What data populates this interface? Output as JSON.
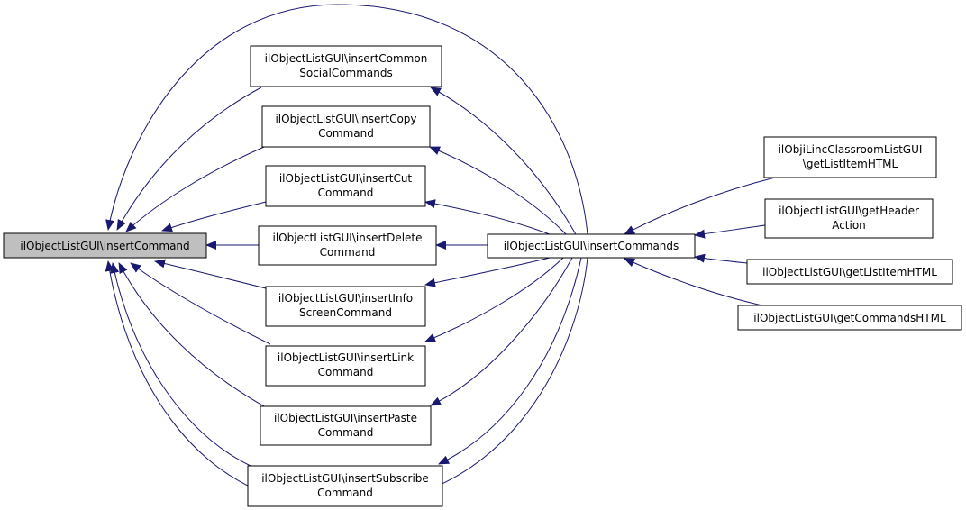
{
  "colors": {
    "edge": "#191970",
    "node_border": "#000000",
    "node_fill": "#ffffff",
    "highlight_fill": "#bfbfbf",
    "text": "#000000"
  },
  "nodes": {
    "insert_command": {
      "lines": [
        "ilObjectListGUI\\insertCommand"
      ]
    },
    "insert_common_social": {
      "lines": [
        "ilObjectListGUI\\insertCommon",
        "SocialCommands"
      ]
    },
    "insert_copy": {
      "lines": [
        "ilObjectListGUI\\insertCopy",
        "Command"
      ]
    },
    "insert_cut": {
      "lines": [
        "ilObjectListGUI\\insertCut",
        "Command"
      ]
    },
    "insert_delete": {
      "lines": [
        "ilObjectListGUI\\insertDelete",
        "Command"
      ]
    },
    "insert_info_screen": {
      "lines": [
        "ilObjectListGUI\\insertInfo",
        "ScreenCommand"
      ]
    },
    "insert_link": {
      "lines": [
        "ilObjectListGUI\\insertLink",
        "Command"
      ]
    },
    "insert_paste": {
      "lines": [
        "ilObjectListGUI\\insertPaste",
        "Command"
      ]
    },
    "insert_subscribe": {
      "lines": [
        "ilObjectListGUI\\insertSubscribe",
        "Command"
      ]
    },
    "insert_commands": {
      "lines": [
        "ilObjectListGUI\\insertCommands"
      ]
    },
    "linc_get_list_item_html": {
      "lines": [
        "ilObjiLincClassroomListGUI",
        "\\getListItemHTML"
      ]
    },
    "get_header_action": {
      "lines": [
        "ilObjectListGUI\\getHeader",
        "Action"
      ]
    },
    "get_list_item_html": {
      "lines": [
        "ilObjectListGUI\\getListItemHTML"
      ]
    },
    "get_commands_html": {
      "lines": [
        "ilObjectListGUI\\getCommandsHTML"
      ]
    }
  }
}
